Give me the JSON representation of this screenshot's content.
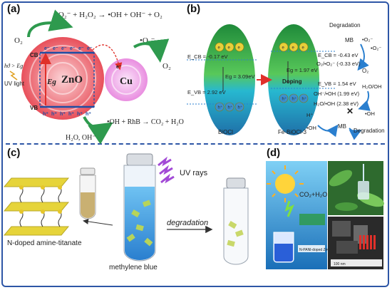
{
  "panels": {
    "a": "(a)",
    "b": "(b)",
    "c": "(c)",
    "d": "(d)"
  },
  "panel_a": {
    "top_eq": "•O₂⁻ + H₂O₂ → •OH + OH⁻ + O₂",
    "o2_left": "O₂",
    "o2_right_ion": "•O₂⁻",
    "o2_right": "O₂",
    "light_cond": "hϑ > Eg",
    "uv_light": "UV light",
    "cb": "CB",
    "vb": "VB",
    "eg": "Eg",
    "zno": "ZnO",
    "cu": "Cu",
    "electron": "e⁻",
    "hole": "h⁺",
    "bottom_eq": "•OH + RhB → CO₂ + H₂O",
    "bottom_left": "H₂O, OH⁻",
    "colors": {
      "zno": "#e8505b",
      "cu": "#e98ee0",
      "arrow": "#2e9a4e",
      "band": "#1f4ea3"
    }
  },
  "panel_b": {
    "ecb_left": "E_CB = -0.17 eV",
    "evb_left": "E_VB = 2.92 eV",
    "eg_left": "Eg = 3.09eV",
    "eg_right": "Eg = 1.97 eV",
    "doping": "Doping",
    "ecb_right": "E_CB = -0.43 eV",
    "o2_couple": "O₂/•O₂⁻ (-0.33 eV)",
    "evb_right": "E_VB = 1.54 eV",
    "oh_couple": "OH⁻/•OH (1.99 eV)",
    "h2o_couple": "H₂O/•OH (2.38 eV)",
    "degradation_top": "Degradation",
    "mb_top": "MB",
    "o2_ion_1": "•O₂⁻",
    "o2_ion_2": "•O₂⁻",
    "o2": "O₂",
    "h2o_oh": "H₂O/OH",
    "h_plus": "H⁺",
    "oh_radical_1": "•OH",
    "oh_radical_2": "•OH",
    "mb_bottom": "MB",
    "degradation_bottom": "Degradation",
    "caption_left": "BiOCl",
    "caption_right": "Fe-BiOCl-3",
    "electron": "e",
    "hole": "h⁺",
    "colors": {
      "ellipse_top": "#1f8a3a",
      "ellipse_mid": "#27b8d0",
      "dots": "#e8cf3a"
    }
  },
  "panel_c": {
    "uv_rays": "UV rays",
    "degradation": "degradation",
    "n_doped": "N-doped amine-titanate",
    "methylene_blue": "methylene blue",
    "colors": {
      "liquid": "#4aa8e8",
      "flake": "#b7d45a",
      "bolt": "#a24ad6"
    }
  },
  "panel_d": {
    "co2_h2o": "CO₂+H₂O",
    "n_pani": "N-PANI-doped ZnO",
    "scale_text": "100 nm"
  }
}
